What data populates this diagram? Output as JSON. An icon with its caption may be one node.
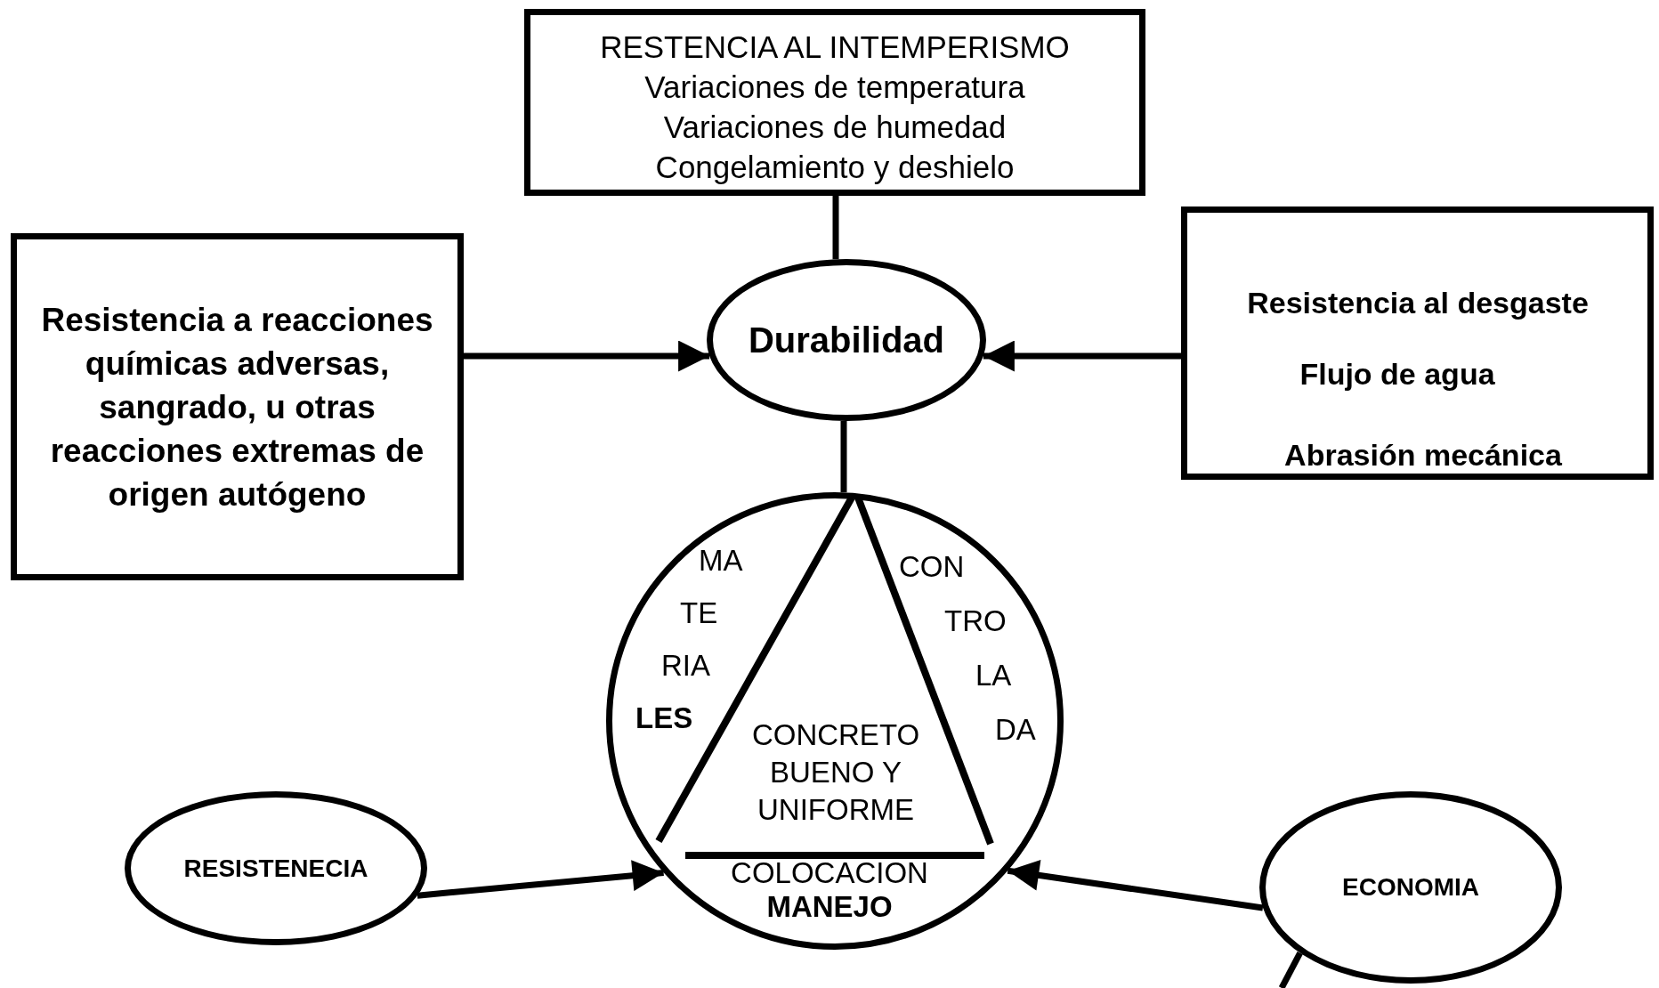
{
  "diagram": {
    "nodes": [
      {
        "text": [
          "RESTENCIA AL INTEMPERISMO",
          "Variaciones de temperatura",
          "Variaciones de humedad",
          "Congelamiento y deshielo"
        ]
      },
      {
        "text": [
          "Resistencia a reacciones químicas adversas, sangrado, u otras reacciones extremas de origen autógeno"
        ]
      },
      {
        "text": [
          "Durabilidad"
        ]
      },
      {
        "text": [
          "Resistencia al desgaste",
          "Flujo de agua",
          "Abrasión mecánica"
        ]
      },
      {
        "text": [
          "MA TE RIA **LES**",
          "CON TRO LA DA",
          "CONCRETO BUENO Y UNIFORME",
          "COLOCACION **MANEJO**"
        ]
      },
      {
        "text": [
          "RESISTENECIA"
        ]
      },
      {
        "text": [
          "ECONOMIA"
        ]
      }
    ],
    "edges": [
      {
        "from": 0,
        "to": 2,
        "arrow": "none"
      },
      {
        "from": 1,
        "to": 2,
        "arrow": "to"
      },
      {
        "from": 3,
        "to": 2,
        "arrow": "to"
      },
      {
        "from": 2,
        "to": 4,
        "arrow": "none"
      },
      {
        "from": 5,
        "to": 4,
        "arrow": "to"
      },
      {
        "from": 6,
        "to": 4,
        "arrow": "to"
      },
      {
        "from": 6,
        "to": null,
        "arrow": "none"
      }
    ]
  }
}
